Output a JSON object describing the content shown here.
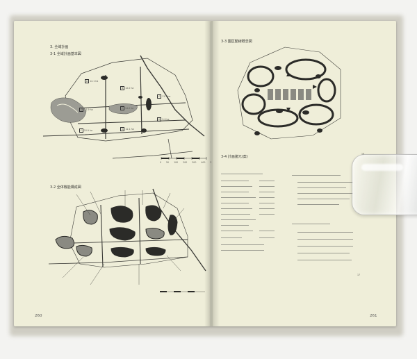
{
  "left_page": {
    "section_header": "3. 全域計画",
    "fig1_title": "3-1 全域計画基本図",
    "fig2_title": "3-2 全体機能構成図",
    "page_number": "260",
    "zone_labels": [
      {
        "code": "A",
        "area": "12.1 ha"
      },
      {
        "code": "B",
        "area": "12.0 ha"
      },
      {
        "code": "C",
        "area": "11.3 ha"
      },
      {
        "code": "D",
        "area": "11.9 ha"
      },
      {
        "code": "E",
        "area": "14.0 ha"
      },
      {
        "code": "F",
        "area": "10.9 ha"
      },
      {
        "code": "G",
        "area": "12.1 ha"
      },
      {
        "code": "H",
        "area": "9.9 ha"
      }
    ],
    "scale_ticks": [
      "0",
      "50",
      "100",
      "200",
      "300",
      "400",
      "500"
    ]
  },
  "right_page": {
    "fig3_title": "3-3 園区動線概念図",
    "fig4_title": "3-4 計画諸元(案)",
    "page_number": "261",
    "note_16": "16",
    "note_17": "17"
  },
  "colors": {
    "paper": "#efeed9",
    "ink": "#2b2b28",
    "background": "#f3f3f1"
  }
}
